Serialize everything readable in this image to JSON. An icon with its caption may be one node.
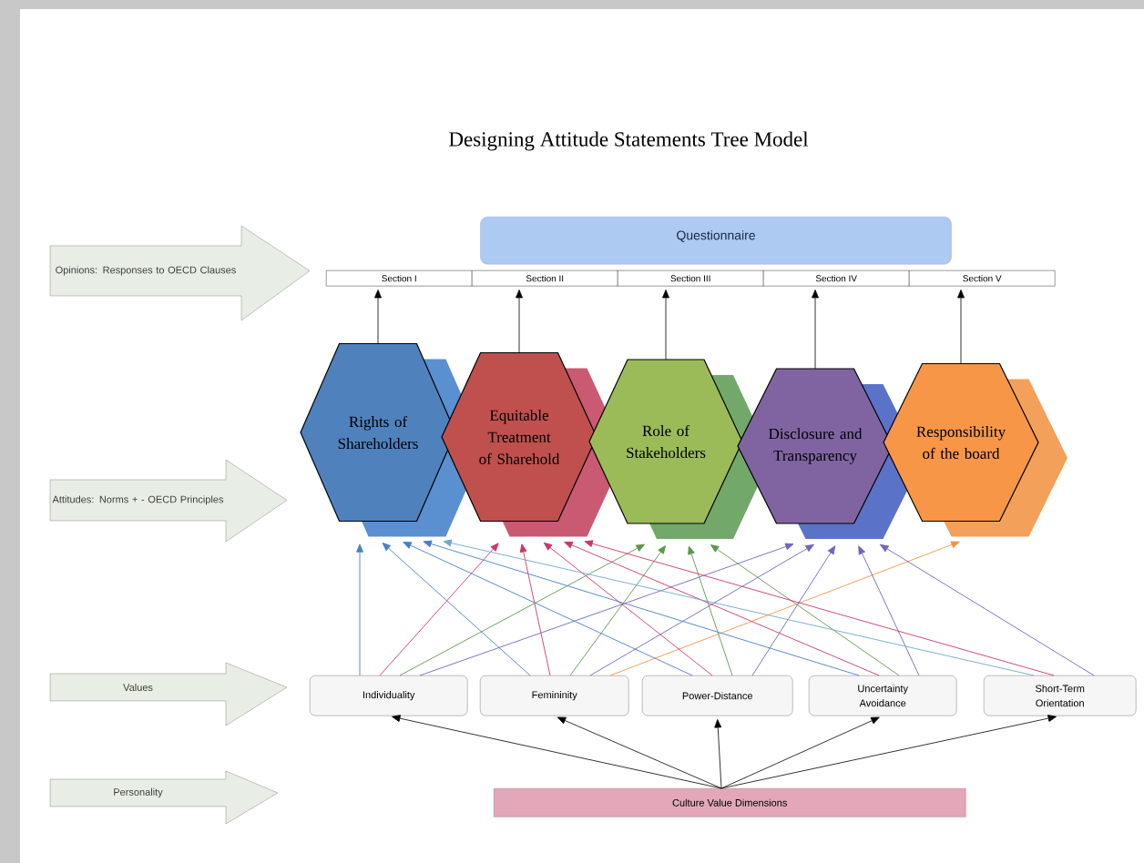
{
  "diagram": {
    "title": "Designing Attitude Statements Tree Model",
    "nodes": [
      {
        "text": [
          "Opinions: Responses to OECD Clauses"
        ]
      },
      {
        "text": [
          "Questionnaire"
        ]
      },
      {
        "text": [
          "Section I"
        ]
      },
      {
        "text": [
          "Section II"
        ]
      },
      {
        "text": [
          "Section III"
        ]
      },
      {
        "text": [
          "Section IV"
        ]
      },
      {
        "text": [
          "Section V"
        ]
      },
      {
        "text": [
          "Attitudes: Norms + - OECD Principles"
        ]
      },
      {
        "text": [
          "Rights of Shareholders"
        ]
      },
      {
        "text": [
          "Equitable Treatment of Sharehold"
        ]
      },
      {
        "text": [
          "Role of Stakeholders"
        ]
      },
      {
        "text": [
          "Disclosure and Transparency"
        ]
      },
      {
        "text": [
          "Responsibility of the board"
        ]
      },
      {
        "text": [
          "Values"
        ]
      },
      {
        "text": [
          "Individuality"
        ]
      },
      {
        "text": [
          "Femininity"
        ]
      },
      {
        "text": [
          "Power-Distance"
        ]
      },
      {
        "text": [
          "Uncertainty Avoidance"
        ]
      },
      {
        "text": [
          "Short-Term Orientation"
        ]
      },
      {
        "text": [
          "Personality"
        ]
      },
      {
        "text": [
          "Culture Value Dimensions"
        ]
      }
    ],
    "edges": [
      {
        "from": 8,
        "to": 2,
        "arrow": "to"
      },
      {
        "from": 9,
        "to": 3,
        "arrow": "to"
      },
      {
        "from": 10,
        "to": 4,
        "arrow": "to"
      },
      {
        "from": 11,
        "to": 5,
        "arrow": "to"
      },
      {
        "from": 12,
        "to": 6,
        "arrow": "to"
      },
      {
        "from": 14,
        "to": 8,
        "arrow": "to",
        "color": "#4a7fc1"
      },
      {
        "from": 14,
        "to": 9,
        "arrow": "to",
        "color": "#c9386a"
      },
      {
        "from": 14,
        "to": 10,
        "arrow": "to",
        "color": "#5e9550"
      },
      {
        "from": 14,
        "to": 11,
        "arrow": "to",
        "color": "#7166b8"
      },
      {
        "from": 15,
        "to": 8,
        "arrow": "to",
        "color": "#4a7fc1"
      },
      {
        "from": 15,
        "to": 9,
        "arrow": "to",
        "color": "#c9386a"
      },
      {
        "from": 15,
        "to": 10,
        "arrow": "to",
        "color": "#5e9550"
      },
      {
        "from": 15,
        "to": 11,
        "arrow": "to",
        "color": "#7166b8"
      },
      {
        "from": 15,
        "to": 12,
        "arrow": "to",
        "color": "#f0944a"
      },
      {
        "from": 16,
        "to": 8,
        "arrow": "to",
        "color": "#4a7fc1"
      },
      {
        "from": 16,
        "to": 9,
        "arrow": "to",
        "color": "#c9386a"
      },
      {
        "from": 16,
        "to": 10,
        "arrow": "to",
        "color": "#5e9550"
      },
      {
        "from": 16,
        "to": 11,
        "arrow": "to",
        "color": "#7166b8"
      },
      {
        "from": 17,
        "to": 8,
        "arrow": "to",
        "color": "#4a7fc1"
      },
      {
        "from": 17,
        "to": 9,
        "arrow": "to",
        "color": "#c9386a"
      },
      {
        "from": 17,
        "to": 10,
        "arrow": "to",
        "color": "#5e9550"
      },
      {
        "from": 17,
        "to": 11,
        "arrow": "to",
        "color": "#7166b8"
      },
      {
        "from": 18,
        "to": 8,
        "arrow": "to",
        "color": "#6fa8c8"
      },
      {
        "from": 18,
        "to": 9,
        "arrow": "to",
        "color": "#c9386a"
      },
      {
        "from": 18,
        "to": 11,
        "arrow": "to",
        "color": "#7166b8"
      },
      {
        "from": 20,
        "to": 14,
        "arrow": "to"
      },
      {
        "from": 20,
        "to": 15,
        "arrow": "to"
      },
      {
        "from": 20,
        "to": 16,
        "arrow": "to"
      },
      {
        "from": 20,
        "to": 17,
        "arrow": "to"
      },
      {
        "from": 20,
        "to": 18,
        "arrow": "to"
      }
    ]
  }
}
